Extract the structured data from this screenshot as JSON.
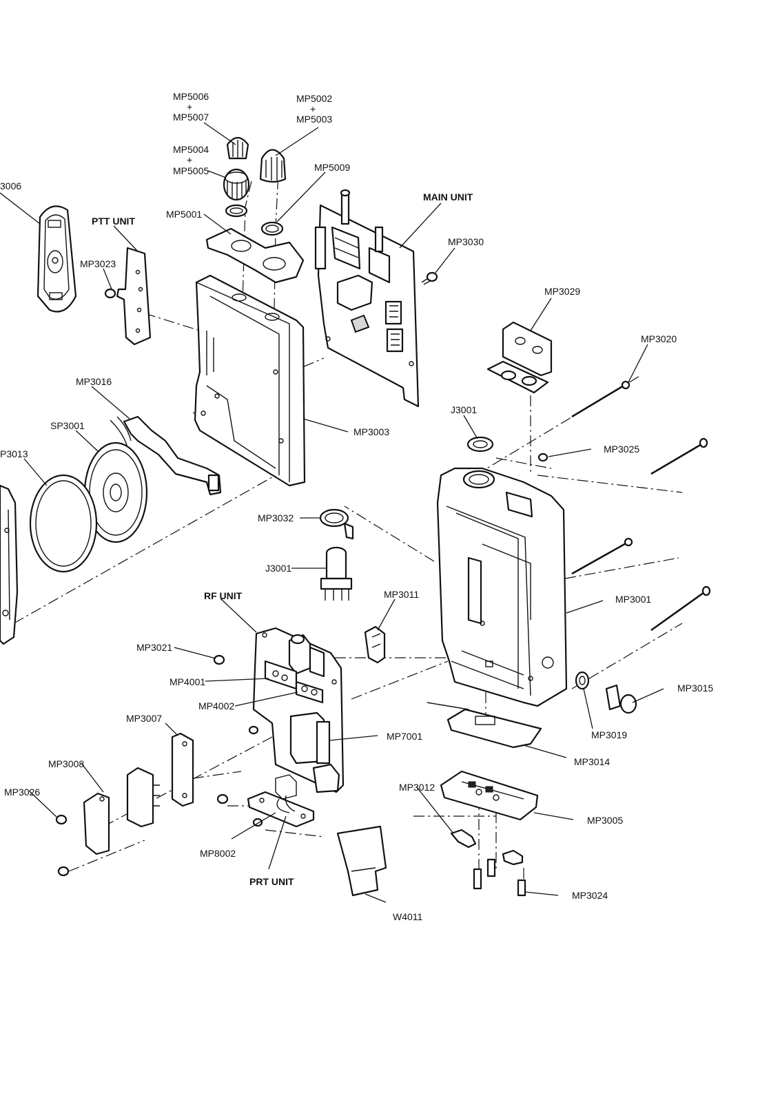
{
  "labels": {
    "mp5006": "MP5006",
    "plus1": "+",
    "mp5007": "MP5007",
    "mp5002": "MP5002",
    "plus2": "+",
    "mp5003": "MP5003",
    "mp5004": "MP5004",
    "plus3": "+",
    "mp5005": "MP5005",
    "mp5009": "MP5009",
    "mp5001": "MP5001",
    "main_unit": "MAIN UNIT",
    "mp3030": "MP3030",
    "ptt_unit": "PTT UNIT",
    "mp3006": "3006",
    "mp3023": "MP3023",
    "mp3029": "MP3029",
    "mp3020": "MP3020",
    "mp3016": "MP3016",
    "sp3001": "SP3001",
    "mp3013": "P3013",
    "mp3003": "MP3003",
    "j3001_top": "J3001",
    "mp3025": "MP3025",
    "mp3032": "MP3032",
    "j3001": "J3001",
    "rf_unit": "RF UNIT",
    "mp3011": "MP3011",
    "mp3001": "MP3001",
    "mp3021": "MP3021",
    "mp4001": "MP4001",
    "mp4002": "MP4002",
    "mp3015": "MP3015",
    "mp3019": "MP3019",
    "mp3007": "MP3007",
    "mp7001": "MP7001",
    "mp3014": "MP3014",
    "mp3008": "MP3008",
    "mp3026": "MP3026",
    "mp3012": "MP3012",
    "mp3005": "MP3005",
    "mp8002": "MP8002",
    "prt_unit": "PRT UNIT",
    "mp3024": "MP3024",
    "w4011": "W4011"
  }
}
